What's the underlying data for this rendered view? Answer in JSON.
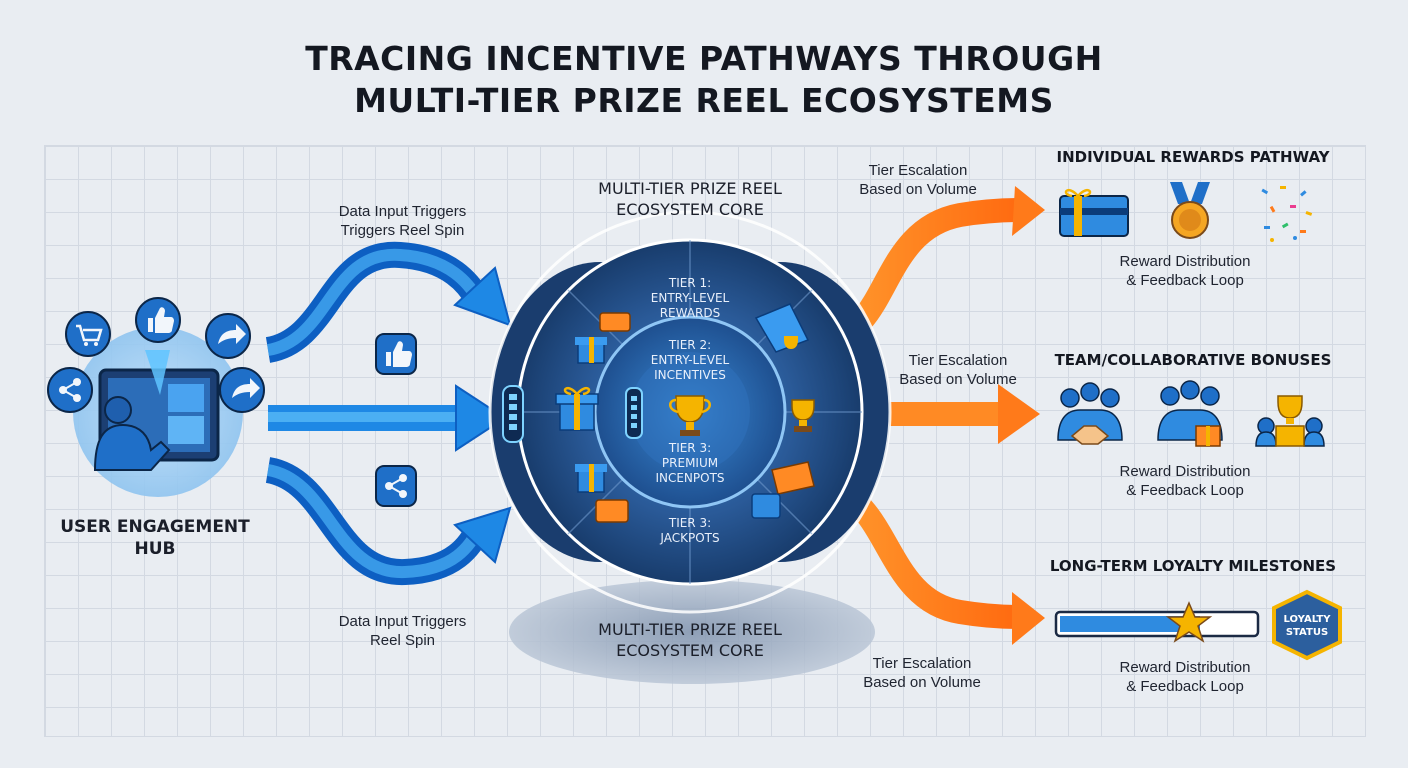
{
  "title": {
    "line1": "TRACING INCENTIVE PATHWAYS THROUGH",
    "line2": "MULTI-TIER PRIZE REEL ECOSYSTEMS"
  },
  "hub": {
    "line1": "USER ENGAGEMENT",
    "line2": "HUB"
  },
  "inputs": {
    "top": {
      "line1": "Data Input Triggers",
      "line2": "Triggers Reel Spin"
    },
    "bottom": {
      "line1": "Data Input Triggers",
      "line2": "Reel Spin"
    }
  },
  "core": {
    "top": {
      "line1": "MULTI-TIER PRIZE REEL",
      "line2": "ECOSYSTEM CORE"
    },
    "bottom": {
      "line1": "MULTI-TIER PRIZE REEL",
      "line2": "ECOSYSTEM CORE"
    }
  },
  "tiers": {
    "tier1": {
      "line1": "TIER 1:",
      "line2": "ENTRY-LEVEL",
      "line3": "REWARDS"
    },
    "tier2": {
      "line1": "TIER 2:",
      "line2": "ENTRY-LEVEL",
      "line3": "INCENTIVES"
    },
    "tier3a": {
      "line1": "TIER 3:",
      "line2": "PREMIUM",
      "line3": "INCENPOTS"
    },
    "tier3b": {
      "line1": "TIER 3:",
      "line2": "JACKPOTS"
    }
  },
  "escalation": {
    "top": {
      "line1": "Tier Escalation",
      "line2": "Based on Volume"
    },
    "middle": {
      "line1": "Tier Escalation",
      "line2": "Based on Volume"
    },
    "bottom": {
      "line1": "Tier Escalation",
      "line2": "Based on Volume"
    }
  },
  "pathways": {
    "individual": {
      "title": "INDIVIDUAL REWARDS PATHWAY",
      "caption": {
        "line1": "Reward Distribution",
        "line2": "& Feedback Loop"
      }
    },
    "team": {
      "title": "TEAM/COLLABORATIVE BONUSES",
      "caption": {
        "line1": "Reward Distribution",
        "line2": "& Feedback Loop"
      }
    },
    "loyalty": {
      "title": "LONG-TERM LOYALTY MILESTONES",
      "caption": {
        "line1": "Reward Distribution",
        "line2": "& Feedback Loop"
      },
      "badge": {
        "line1": "LOYALTY",
        "line2": "STATUS"
      },
      "progress": 0.72
    }
  },
  "icons": {
    "hub": [
      "cart-icon",
      "like-icon",
      "share-arrow-icon",
      "share-icon",
      "share-arrow-icon"
    ],
    "inputs": [
      "like-icon",
      "share-icon"
    ],
    "individual": [
      "gift-card-icon",
      "medal-icon",
      "confetti-icon"
    ],
    "team": [
      "handshake-icon",
      "team-gift-icon",
      "team-trophy-icon"
    ]
  },
  "colors": {
    "blue_arrow": "#1e88e5",
    "orange_arrow": "#ff7a1a",
    "core_dark": "#1c3f73",
    "core_mid": "#2c5f9e",
    "gold": "#f5b400"
  }
}
